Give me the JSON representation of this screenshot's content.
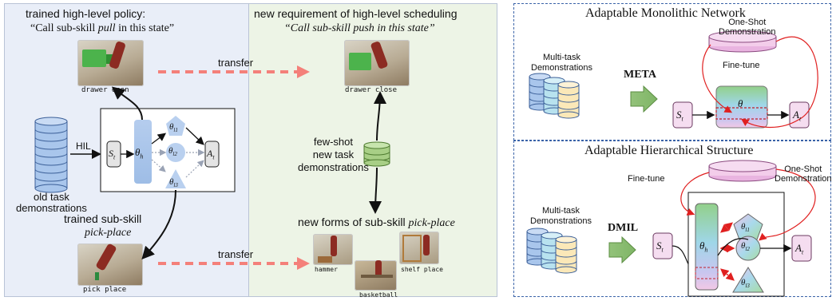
{
  "left": {
    "policy_title": "trained high-level policy:",
    "policy_quote_pre": "“Call sub-skill ",
    "policy_quote_skill": "pull",
    "policy_quote_post": " in this state”",
    "drawer_open_caption": "drawer open",
    "transfer_label_top": "transfer",
    "transfer_label_bottom": "transfer",
    "hil_label": "HIL",
    "old_demos_line1": "old task",
    "old_demos_line2": "demonstrations",
    "subskill_title": "trained sub-skill",
    "subskill_name": "pick-place",
    "pick_place_caption": "pick place",
    "node_state": "S",
    "node_state_sub": "t",
    "node_theta_h": "θ",
    "node_theta_h_sub": "h",
    "node_l1": "θ",
    "node_l1_sub": "l1",
    "node_l2": "θ",
    "node_l2_sub": "l2",
    "node_l3": "θ",
    "node_l3_sub": "l3",
    "node_action": "A",
    "node_action_sub": "t"
  },
  "middle": {
    "req_title": "new requirement of high-level scheduling",
    "req_quote_pre": "“Call sub-skill ",
    "req_quote_skill": "push",
    "req_quote_post": " in this state”",
    "drawer_close_caption": "drawer close",
    "fewshot_line1": "few-shot",
    "fewshot_line2": "new task",
    "fewshot_line3": "demonstrations",
    "new_forms_pre": "new forms of sub-skill ",
    "new_forms_skill": "pick-place",
    "hammer_caption": "hammer",
    "shelf_caption": "shelf place",
    "basketball_caption": "basketball"
  },
  "right_top": {
    "title": "Adaptable Monolithic Network",
    "multitask_line1": "Multi-task",
    "multitask_line2": "Demonstrations",
    "method": "META",
    "oneshot_line1": "One-Shot",
    "oneshot_line2": "Demonstration",
    "finetune": "Fine-tune",
    "state": "S",
    "state_sub": "t",
    "theta": "θ",
    "action": "A",
    "action_sub": "t"
  },
  "right_bottom": {
    "title": "Adaptable Hierarchical Structure",
    "multitask_line1": "Multi-task",
    "multitask_line2": "Demonstrations",
    "method": "DMIL",
    "oneshot_line1": "One-Shot",
    "oneshot_line2": "Demonstration",
    "finetune": "Fine-tune",
    "state": "S",
    "state_sub": "t",
    "theta_h": "θ",
    "theta_h_sub": "h",
    "l1": "θ",
    "l1_sub": "l1",
    "l2": "θ",
    "l2_sub": "l2",
    "l3": "θ",
    "l3_sub": "l3",
    "action": "A",
    "action_sub": "t"
  },
  "colors": {
    "left_bg": "#e9eef8",
    "middle_bg": "#edf4e6",
    "transfer_arrow": "#f4807a",
    "red_line": "#e02020",
    "db_blue": "#a9c6ec",
    "db_green": "#a8cf86",
    "panel_border": "#3a63a8"
  }
}
